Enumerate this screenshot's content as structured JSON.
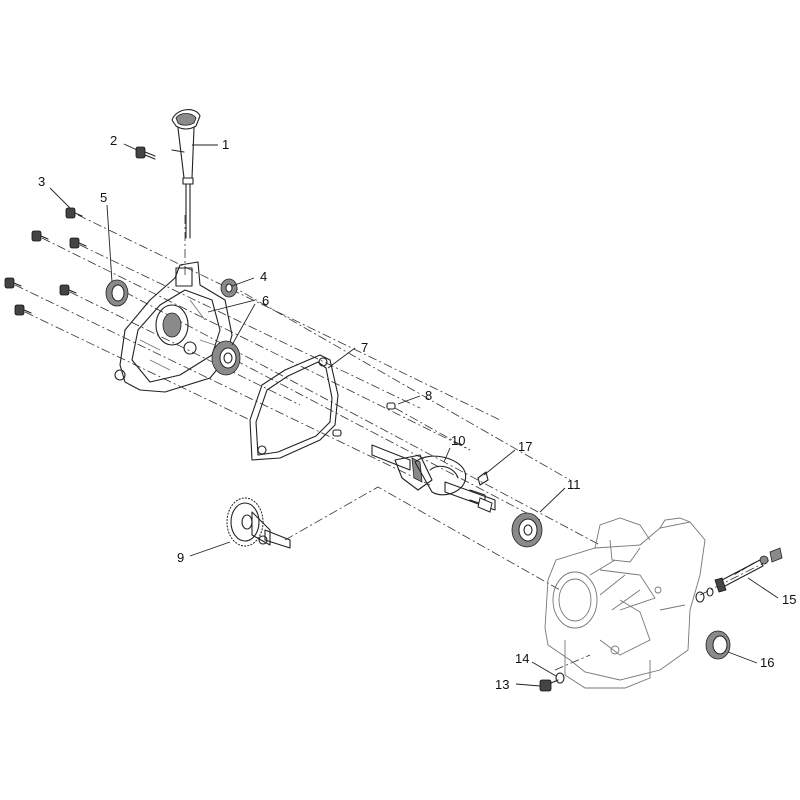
{
  "callouts": [
    {
      "id": "1",
      "label": "1"
    },
    {
      "id": "2",
      "label": "2"
    },
    {
      "id": "3",
      "label": "3"
    },
    {
      "id": "4",
      "label": "4"
    },
    {
      "id": "5",
      "label": "5"
    },
    {
      "id": "6",
      "label": "6"
    },
    {
      "id": "7",
      "label": "7"
    },
    {
      "id": "8",
      "label": "8"
    },
    {
      "id": "9",
      "label": "9"
    },
    {
      "id": "10",
      "label": "10"
    },
    {
      "id": "11",
      "label": "11"
    },
    {
      "id": "13",
      "label": "13"
    },
    {
      "id": "14",
      "label": "14"
    },
    {
      "id": "15",
      "label": "15"
    },
    {
      "id": "16",
      "label": "16"
    },
    {
      "id": "17",
      "label": "17"
    }
  ],
  "colors": {
    "line": "#222222",
    "background": "#ffffff"
  }
}
